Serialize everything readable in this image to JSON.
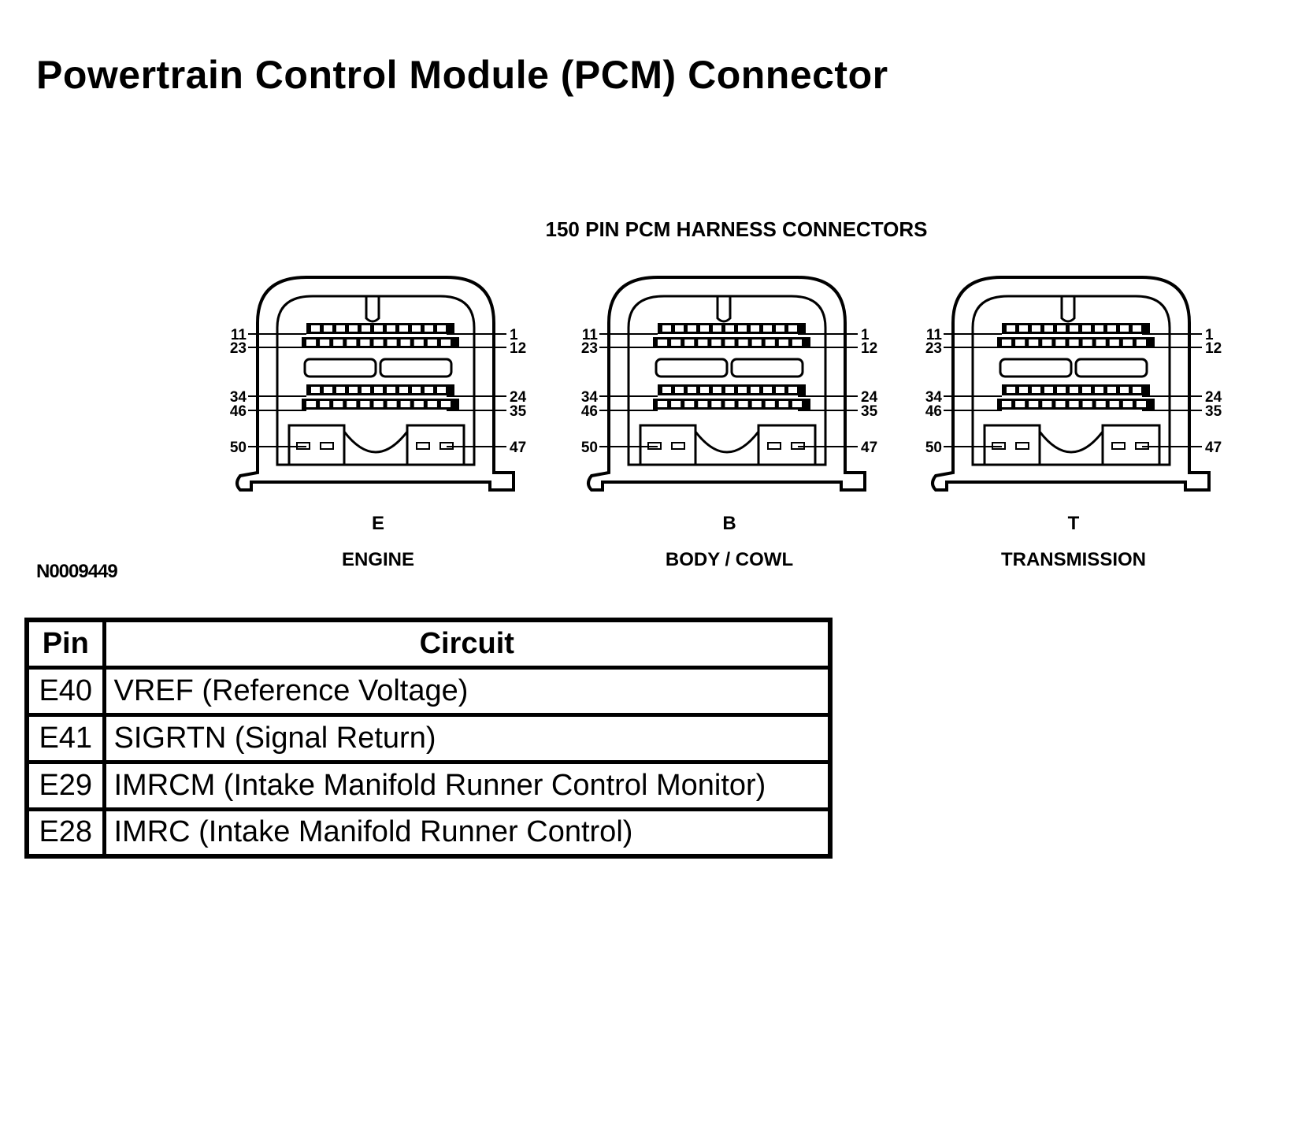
{
  "title": "Powertrain Control Module (PCM) Connector",
  "diagram": {
    "heading": "150 PIN PCM HARNESS CONNECTORS",
    "figure_id": "N0009449",
    "pin_labels": {
      "row1_left": "11",
      "row1_right": "1",
      "row2_left": "23",
      "row2_right": "12",
      "row3_left": "34",
      "row3_right": "24",
      "row4_left": "46",
      "row4_right": "35",
      "row5_left": "50",
      "row5_right": "47"
    },
    "connectors": [
      {
        "letter": "E",
        "name": "ENGINE"
      },
      {
        "letter": "B",
        "name": "BODY / COWL"
      },
      {
        "letter": "T",
        "name": "TRANSMISSION"
      }
    ]
  },
  "table": {
    "headers": {
      "pin": "Pin",
      "circuit": "Circuit"
    },
    "rows": [
      {
        "pin": "E40",
        "circuit": "VREF (Reference Voltage)"
      },
      {
        "pin": "E41",
        "circuit": "SIGRTN (Signal Return)"
      },
      {
        "pin": "E29",
        "circuit": "IMRCM (Intake Manifold Runner Control Monitor)"
      },
      {
        "pin": "E28",
        "circuit": "IMRC (Intake Manifold Runner Control)"
      }
    ]
  }
}
